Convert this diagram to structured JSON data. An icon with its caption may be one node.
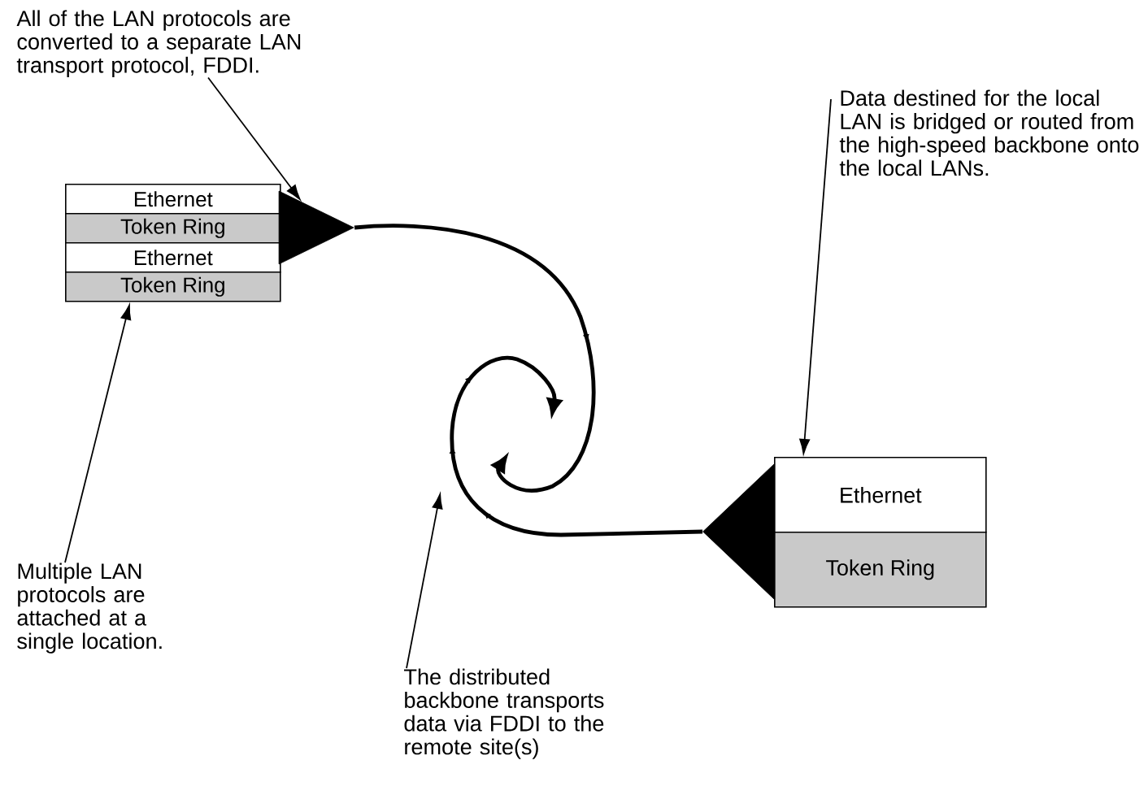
{
  "diagram": {
    "nodes": [
      {
        "text": [
          "Ethernet"
        ]
      },
      {
        "text": [
          "Token Ring"
        ]
      },
      {
        "text": [
          "Ethernet"
        ]
      },
      {
        "text": [
          "Token Ring"
        ]
      },
      {
        "text": [],
        "shape": "triangle"
      },
      {
        "text": [
          "Ethernet"
        ]
      },
      {
        "text": [
          "Token Ring"
        ]
      },
      {
        "text": [],
        "shape": "triangle"
      },
      {
        "text": [
          "All of  the LAN protocols are converted to a separate LAN transport protocol, FDDI."
        ]
      },
      {
        "text": [
          "Data destined for the local LAN is bridged or routed from the high-speed backbone onto the local LANs."
        ]
      },
      {
        "text": [
          "Multiple LAN protocols are attached at a single location."
        ]
      },
      {
        "text": [
          "The distributed backbone transports data via FDDI to the remote site(s)"
        ]
      }
    ],
    "edges": [
      {
        "from": 8,
        "to": 4,
        "arrow": "to"
      },
      {
        "from": 9,
        "to": 5,
        "arrow": "to"
      },
      {
        "from": 10,
        "to": 3,
        "arrow": "to"
      },
      {
        "from": 11,
        "to": null,
        "arrow": "to"
      },
      {
        "from": 4,
        "to": null,
        "arrow": "to",
        "style": "thick"
      },
      {
        "from": 7,
        "to": null,
        "arrow": "to",
        "style": "thick"
      }
    ]
  }
}
